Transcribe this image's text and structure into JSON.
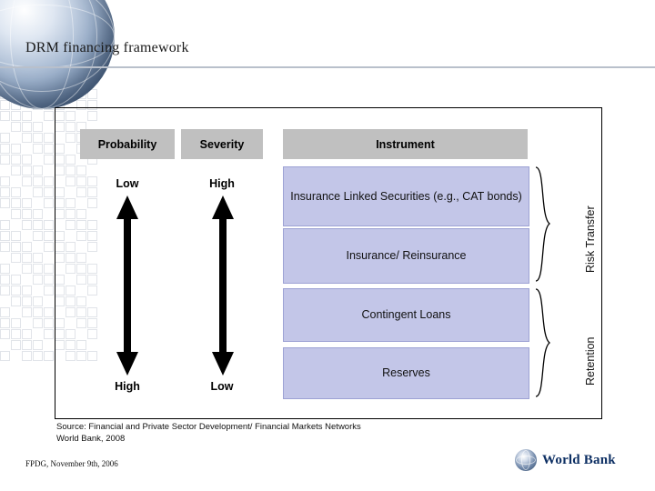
{
  "slide": {
    "title": "DRM financing framework",
    "source_lines": [
      "Source: Financial and Private Sector Development/ Financial Markets Networks",
      "World Bank, 2008"
    ],
    "footnote": "FPDG, November 9th, 2006",
    "logo_text": "World Bank"
  },
  "diagram": {
    "headers": [
      {
        "label": "Probability"
      },
      {
        "label": "Severity"
      },
      {
        "label": "Instrument"
      }
    ],
    "probability": {
      "top_label": "Low",
      "bottom_label": "High"
    },
    "severity": {
      "top_label": "High",
      "bottom_label": "Low"
    },
    "instruments": [
      {
        "label": "Insurance Linked Securities (e.g., CAT bonds)"
      },
      {
        "label": "Insurance/ Reinsurance"
      },
      {
        "label": "Contingent Loans"
      },
      {
        "label": "Reserves"
      }
    ],
    "groups": [
      {
        "label": "Risk Transfer"
      },
      {
        "label": "Retention"
      }
    ],
    "colors": {
      "header_fill": "#c0c0c0",
      "bar_fill": "#c3c6e8",
      "bar_border": "#9da2d4",
      "frame_border": "#000000",
      "logo_blue": "#0d2f63"
    }
  }
}
